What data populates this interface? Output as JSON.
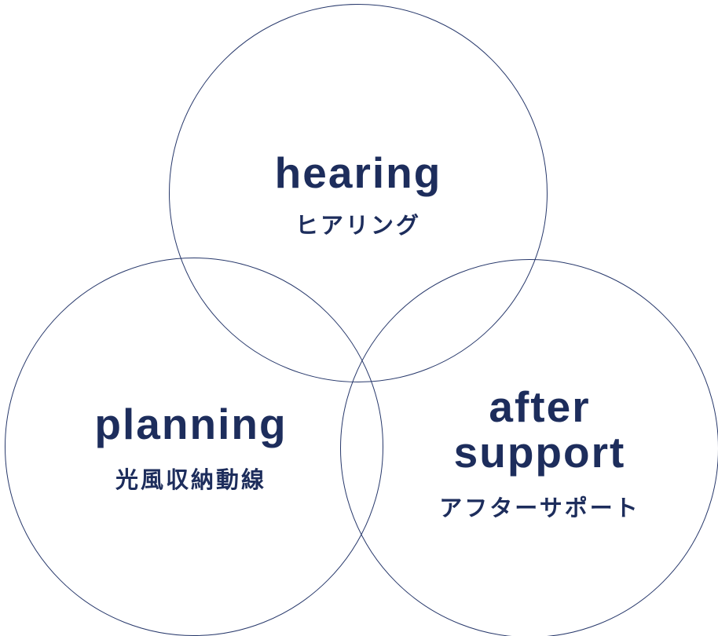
{
  "venn": {
    "circles": [
      {
        "name": "hearing",
        "title": "hearing",
        "subtitle": "ヒアリング"
      },
      {
        "name": "planning",
        "title": "planning",
        "subtitle": "光風収納動線"
      },
      {
        "name": "after-support",
        "title_line1": "after",
        "title_line2": "support",
        "subtitle": "アフターサポート"
      }
    ],
    "colors": {
      "circle_stroke": "#27386b",
      "text": "#1d2d5c",
      "background": "#ffffff"
    }
  }
}
